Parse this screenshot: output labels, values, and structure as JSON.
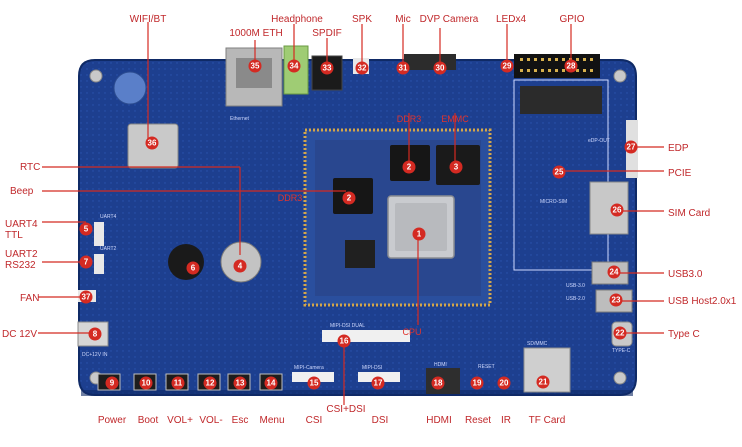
{
  "colors": {
    "board": "#1d3f8f",
    "board_dark": "#14306f",
    "label": "#c0282b",
    "marker": "#d42a22",
    "silk": "#cfd9ff"
  },
  "callouts": [
    {
      "num": "1",
      "label": "CPU"
    },
    {
      "num": "2",
      "label": "DDR3"
    },
    {
      "num": "2",
      "label": "DDR3"
    },
    {
      "num": "3",
      "label": "EMMC"
    },
    {
      "num": "4",
      "label": "RTC"
    },
    {
      "num": "5",
      "label": "UART4 TTL"
    },
    {
      "num": "6",
      "label": "Beep"
    },
    {
      "num": "7",
      "label": "UART2 RS232"
    },
    {
      "num": "8",
      "label": "DC 12V"
    },
    {
      "num": "9",
      "label": "Power"
    },
    {
      "num": "10",
      "label": "Boot"
    },
    {
      "num": "11",
      "label": "VOL+"
    },
    {
      "num": "12",
      "label": "VOL-"
    },
    {
      "num": "13",
      "label": "Esc"
    },
    {
      "num": "14",
      "label": "Menu"
    },
    {
      "num": "15",
      "label": "CSI"
    },
    {
      "num": "16",
      "label": "CSI+DSI"
    },
    {
      "num": "17",
      "label": "DSI"
    },
    {
      "num": "18",
      "label": "HDMI"
    },
    {
      "num": "19",
      "label": "Reset"
    },
    {
      "num": "20",
      "label": "IR"
    },
    {
      "num": "21",
      "label": "TF Card"
    },
    {
      "num": "22",
      "label": "Type C"
    },
    {
      "num": "23",
      "label": "USB Host2.0x1"
    },
    {
      "num": "24",
      "label": "USB3.0"
    },
    {
      "num": "25",
      "label": "PCIE"
    },
    {
      "num": "26",
      "label": "SIM Card"
    },
    {
      "num": "27",
      "label": "EDP"
    },
    {
      "num": "28",
      "label": "GPIO"
    },
    {
      "num": "29",
      "label": "LEDx4"
    },
    {
      "num": "30",
      "label": "DVP Camera"
    },
    {
      "num": "31",
      "label": "Mic"
    },
    {
      "num": "32",
      "label": "SPK"
    },
    {
      "num": "33",
      "label": "SPDIF"
    },
    {
      "num": "34",
      "label": "Headphone"
    },
    {
      "num": "35",
      "label": "1000M ETH"
    },
    {
      "num": "36",
      "label": "WIFI/BT"
    },
    {
      "num": "37",
      "label": "FAN"
    }
  ],
  "silkscreen": {
    "mipi_dsi_dual": "MIPI-DSI DUAL",
    "mipi_camera": "MIPI-Camera",
    "mipi_dsi": "MIPI-DSI",
    "hdmi": "HDMI",
    "sdmmc": "SD/MMC",
    "type_c": "TYPE-C",
    "usb20": "USB-2.0",
    "usb30": "USB-3.0",
    "micro_sim": "MICRO-SIM",
    "edp": "eDP-OUT",
    "dc_in": "DC+12V IN",
    "reset": "RESET",
    "uart4": "UART4",
    "uart2": "UART2",
    "ethernet": "Ethernet"
  }
}
